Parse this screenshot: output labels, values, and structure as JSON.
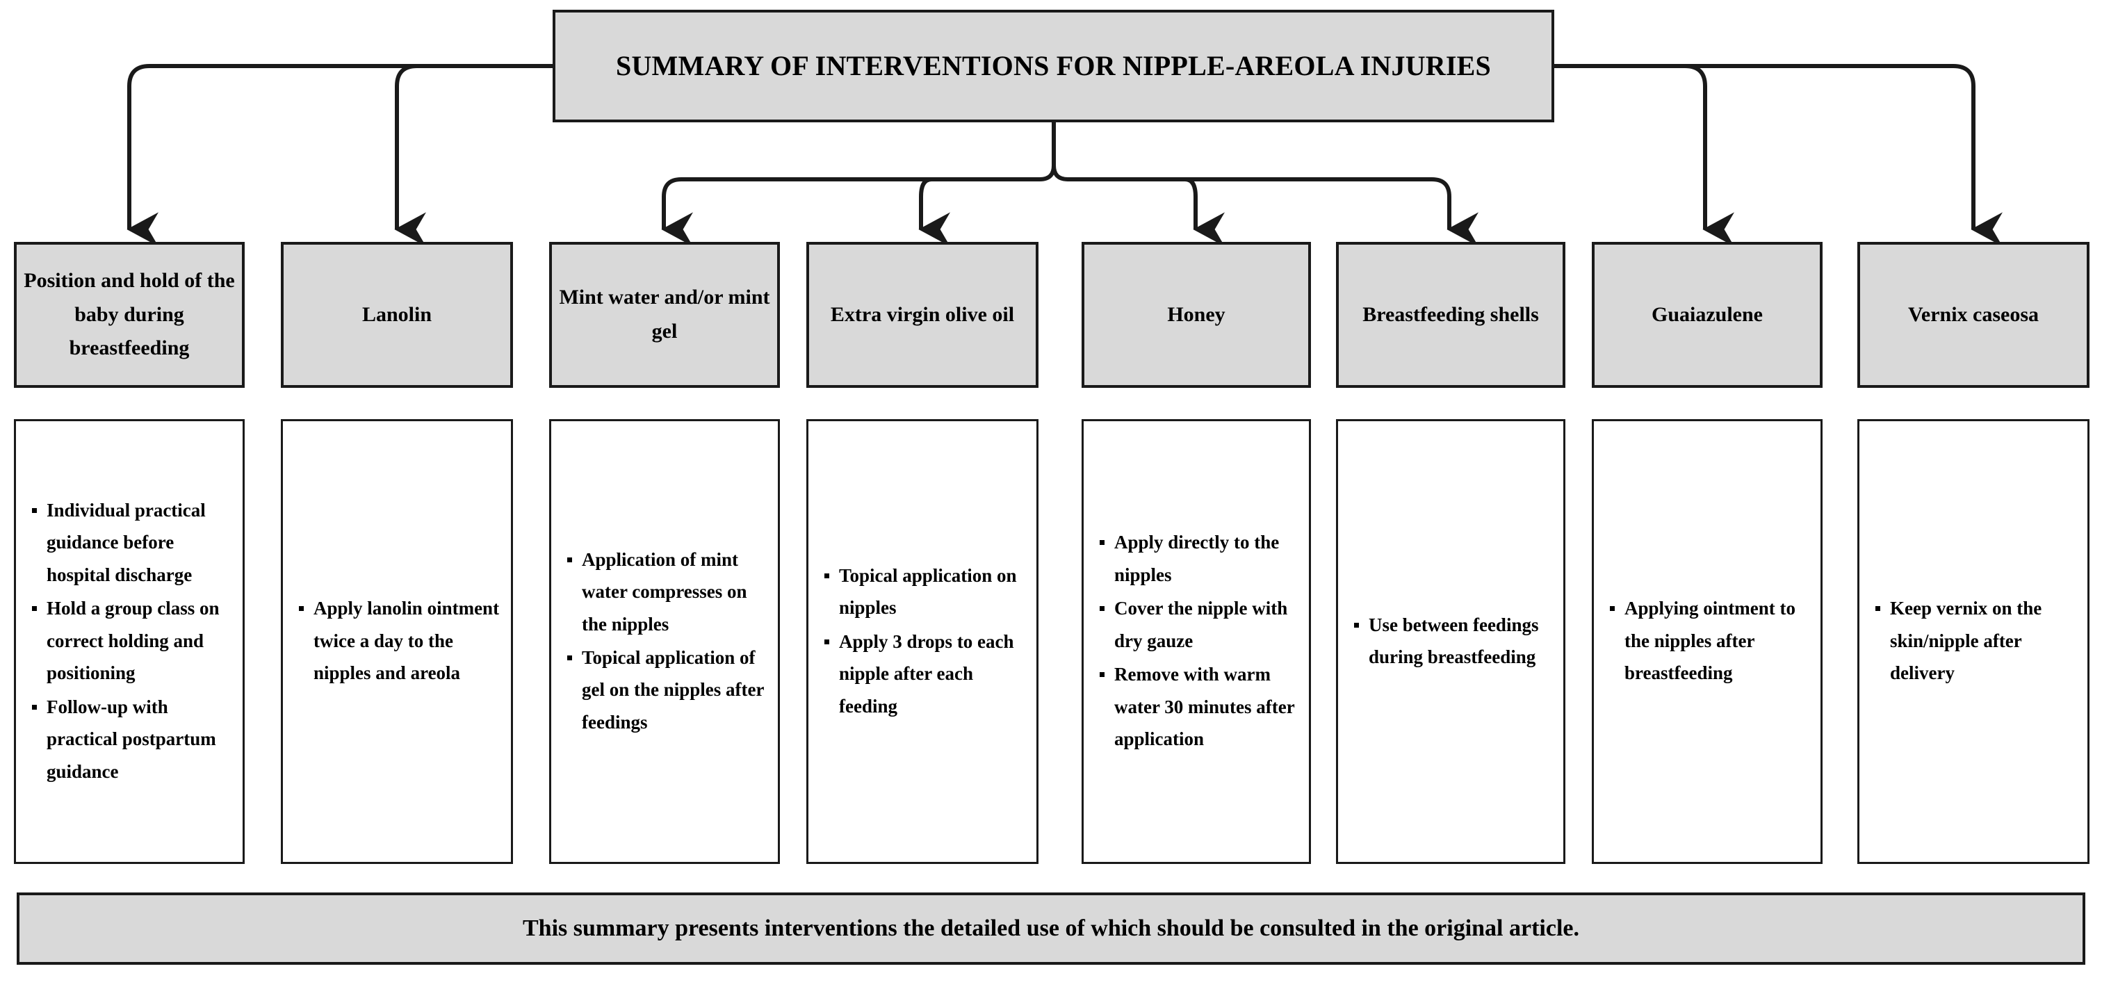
{
  "diagram": {
    "title": "SUMMARY OF INTERVENTIONS FOR NIPPLE-AREOLA INJURIES",
    "footer_note": "This summary presents interventions the detailed use of which should be consulted in the original article.",
    "colors": {
      "box_fill": "#d9d9d9",
      "body_fill": "#ffffff",
      "border": "#1a1a1a",
      "text": "#000000",
      "background": "#ffffff"
    },
    "columns": [
      {
        "header": "Position and hold of the baby during breastfeeding",
        "bullets": [
          "Individual practical guidance before hospital discharge",
          "Hold a group class on correct holding and positioning",
          "Follow-up with practical postpartum guidance"
        ]
      },
      {
        "header": "Lanolin",
        "bullets": [
          "Apply lanolin ointment twice a day to the nipples and areola"
        ]
      },
      {
        "header": "Mint water and/or mint gel",
        "bullets": [
          "Application of mint water compresses on the nipples",
          "Topical application of gel on the nipples after feedings"
        ]
      },
      {
        "header": "Extra virgin olive oil",
        "bullets": [
          "Topical application on nipples",
          "Apply 3 drops to each nipple after each feeding"
        ]
      },
      {
        "header": "Honey",
        "bullets": [
          "Apply directly to the nipples",
          "Cover the nipple with dry gauze",
          "Remove with warm water 30 minutes after application"
        ]
      },
      {
        "header": "Breastfeeding shells",
        "bullets": [
          "Use between feedings during breastfeeding"
        ]
      },
      {
        "header": "Guaiazulene",
        "bullets": [
          "Applying ointment to the nipples after breastfeeding"
        ]
      },
      {
        "header": "Vernix caseosa",
        "bullets": [
          "Keep vernix on the skin/nipple after delivery"
        ]
      }
    ]
  }
}
